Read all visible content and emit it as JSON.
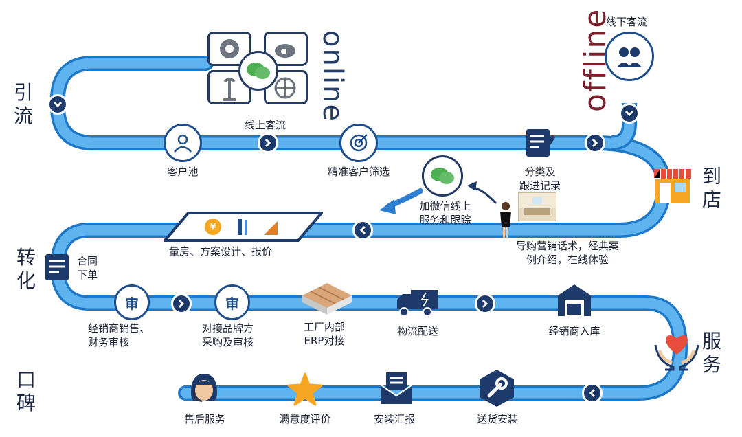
{
  "phases": {
    "yinliu": "引\n流",
    "daodian": "到\n店",
    "zhuanhua": "转\n化",
    "fuwu": "服\n务",
    "koubei": "口\n碑"
  },
  "brand": {
    "online": "online",
    "offline": "offline"
  },
  "steps": {
    "xianshang_keliu": "线上客流",
    "xianxia_keliu": "线下客流",
    "kehuchi": "客户池",
    "jingzhun": "精准客户筛选",
    "fenlei": "分类及\n跟进记录",
    "jiaweixin": "加微信线上\n服务和跟踪",
    "daogou": "导购营销话术，经典案\n例介绍，在线体验",
    "liangfang": "量房、方案设计、报价",
    "hetong": "合同\n下单",
    "jingxiaoshang_xiaoshou": "经销商销售、\n财务审核",
    "duijie": "对接品牌方\n采购及审核",
    "gongchang": "工厂内部\nERP对接",
    "wuliu": "物流配送",
    "ruku": "经销商入库",
    "songhuo": "送货安装",
    "huibao": "安装汇报",
    "manyidu": "满意度评价",
    "shouhou": "售后服务"
  },
  "icons": {
    "shen": "审",
    "yen": "¥"
  },
  "colors": {
    "track": "#5aa9e6",
    "dark": "#1d3a6b",
    "accent": "#f5a623",
    "wine": "#7a1f2b",
    "green": "#4caf50"
  }
}
